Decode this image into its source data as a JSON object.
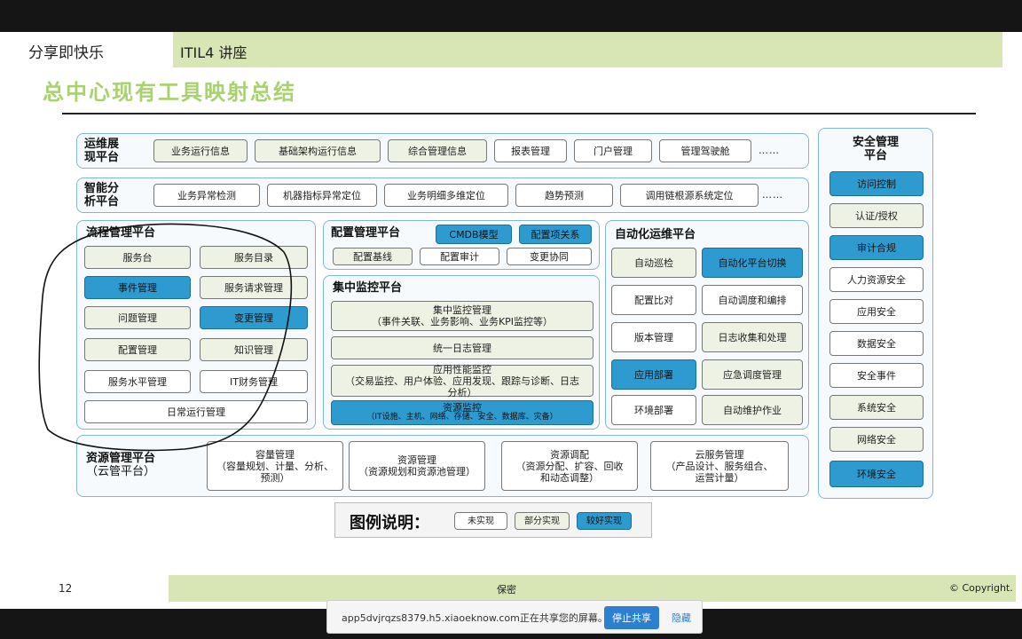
{
  "header": {
    "left": "分享即快乐",
    "right": "ITIL4 讲座"
  },
  "title": "总中心现有工具映射总结",
  "colors": {
    "full": "#2d9bd0",
    "partial": "#eef2e4",
    "none": "#ffffff",
    "panel_border": "#7fb6d9",
    "header_band": "#d7e6b4",
    "title": "#a8d26e"
  },
  "ops_display": {
    "label_1": "运维展",
    "label_2": "现平台",
    "items": [
      "业务运行信息",
      "基础架构运行信息",
      "综合管理信息",
      "报表管理",
      "门户管理",
      "管理驾驶舱"
    ],
    "more": "……"
  },
  "analytics": {
    "label_1": "智能分",
    "label_2": "析平台",
    "items": [
      "业务异常检测",
      "机器指标异常定位",
      "业务明细多维定位",
      "趋势预测",
      "调用链根源系统定位"
    ],
    "more": "……"
  },
  "process": {
    "label": "流程管理平台",
    "items": [
      "服务台",
      "服务目录",
      "事件管理",
      "服务请求管理",
      "问题管理",
      "变更管理",
      "配置管理",
      "知识管理",
      "服务水平管理",
      "IT财务管理",
      "日常运行管理"
    ]
  },
  "config": {
    "label": "配置管理平台",
    "items": [
      "CMDB模型",
      "配置项关系",
      "配置基线",
      "配置审计",
      "变更协同"
    ]
  },
  "monitor": {
    "label": "集中监控平台",
    "central_1": "集中监控管理",
    "central_2": "（事件关联、业务影响、业务KPI监控等）",
    "log": "统一日志管理",
    "apm_1": "应用性能监控",
    "apm_2": "（交易监控、用户体验、应用发现、跟踪与诊断、日志",
    "apm_3": "分析）",
    "res_1": "资源监控",
    "res_2": "（IT设施、主机、网络、存储、安全、数据库、灾备）"
  },
  "automation": {
    "label": "自动化运维平台",
    "items": [
      "自动巡检",
      "自动化平台切换",
      "配置比对",
      "自动调度和编排",
      "版本管理",
      "日志收集和处理",
      "应用部署",
      "应急调度管理",
      "环境部署",
      "自动维护作业"
    ]
  },
  "resource": {
    "label_1": "资源管理平台",
    "label_2": "（云管平台）",
    "items": [
      {
        "line1": "容量管理",
        "line2": "（容量规划、计量、分析、",
        "line3": "预测）"
      },
      {
        "line1": "资源管理",
        "line2": "（资源规划和资源池管理）",
        "line3": ""
      },
      {
        "line1": "资源调配",
        "line2": "（资源分配、扩容、回收",
        "line3": "和动态调整）"
      },
      {
        "line1": "云服务管理",
        "line2": "（产品设计、服务组合、",
        "line3": "运营计量）"
      }
    ]
  },
  "security": {
    "label_1": "安全管理",
    "label_2": "平台",
    "items": [
      "访问控制",
      "认证/授权",
      "审计合规",
      "人力资源安全",
      "应用安全",
      "数据安全",
      "安全事件",
      "系统安全",
      "网络安全",
      "环境安全"
    ]
  },
  "legend": {
    "title": "图例说明：",
    "none": "未实现",
    "partial": "部分实现",
    "full": "较好实现"
  },
  "footer": {
    "page": "12",
    "confidential": "保密",
    "copyright": "© Copyright."
  },
  "share": {
    "text": "app5dvjrqzs8379.h5.xiaoeknow.com正在共享您的屏幕。",
    "stop": "停止共享",
    "hide": "隐藏"
  }
}
